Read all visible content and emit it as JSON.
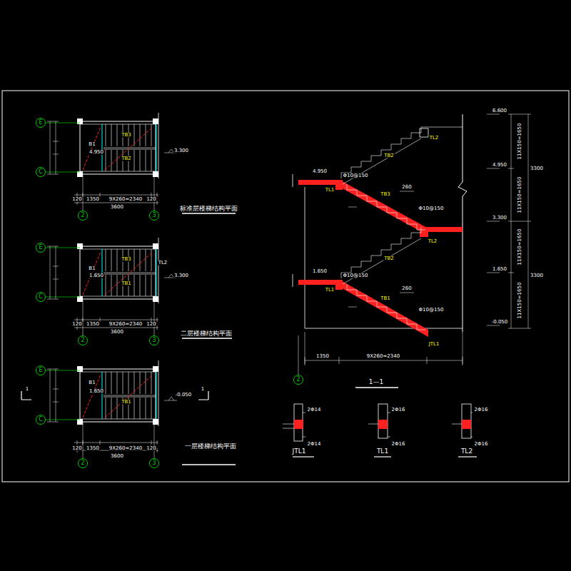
{
  "diagram": {
    "nodes": [
      {
        "text": [
          "E"
        ]
      },
      {
        "text": [
          "C"
        ]
      },
      {
        "text": [
          "2"
        ]
      },
      {
        "text": [
          "3"
        ]
      },
      {
        "text": [
          "E"
        ]
      },
      {
        "text": [
          "C"
        ]
      },
      {
        "text": [
          "2"
        ]
      },
      {
        "text": [
          "3"
        ]
      },
      {
        "text": [
          "E"
        ]
      },
      {
        "text": [
          "C"
        ]
      },
      {
        "text": [
          "2"
        ]
      },
      {
        "text": [
          "3"
        ]
      },
      {
        "text": [
          "2"
        ]
      }
    ],
    "labels": [
      "TB3",
      "TB2",
      "B1",
      "4.950",
      "3.300",
      "120",
      "1350",
      "9X260=2340",
      "120",
      "3600",
      "标准层楼梯结构平面",
      "TB3",
      "TB1",
      "B1",
      "1.650",
      "3.300",
      "TL2",
      "120",
      "1350",
      "9X260=2340",
      "120",
      "3600",
      "二层楼梯结构平面",
      "TB1",
      "B1",
      "1.650",
      "-0.050",
      "1",
      "1",
      "120",
      "1350",
      "9X260=2340",
      "120",
      "3600",
      "一层楼梯结构平面",
      "TL2",
      "TB2",
      "TL1",
      "TB3",
      "TL2",
      "TB2",
      "TB1",
      "TL1",
      "JTL1",
      "6.600",
      "4.950",
      "3.300",
      "1.650",
      "-0.050",
      "3300",
      "3300",
      "1350",
      "9X260=2340",
      "4.950",
      "1.650",
      "Φ10@150",
      "Φ10@150",
      "Φ10@150",
      "Φ10@150",
      "260",
      "260",
      "1—1",
      "JTL1",
      "TL1",
      "TL2",
      "2Φ14",
      "2Φ14",
      "2Φ16",
      "2Φ16",
      "2Φ16",
      "2Φ16",
      "11X150=1650",
      "11X150=1650",
      "11X150=1650",
      "11X150=1650"
    ]
  }
}
